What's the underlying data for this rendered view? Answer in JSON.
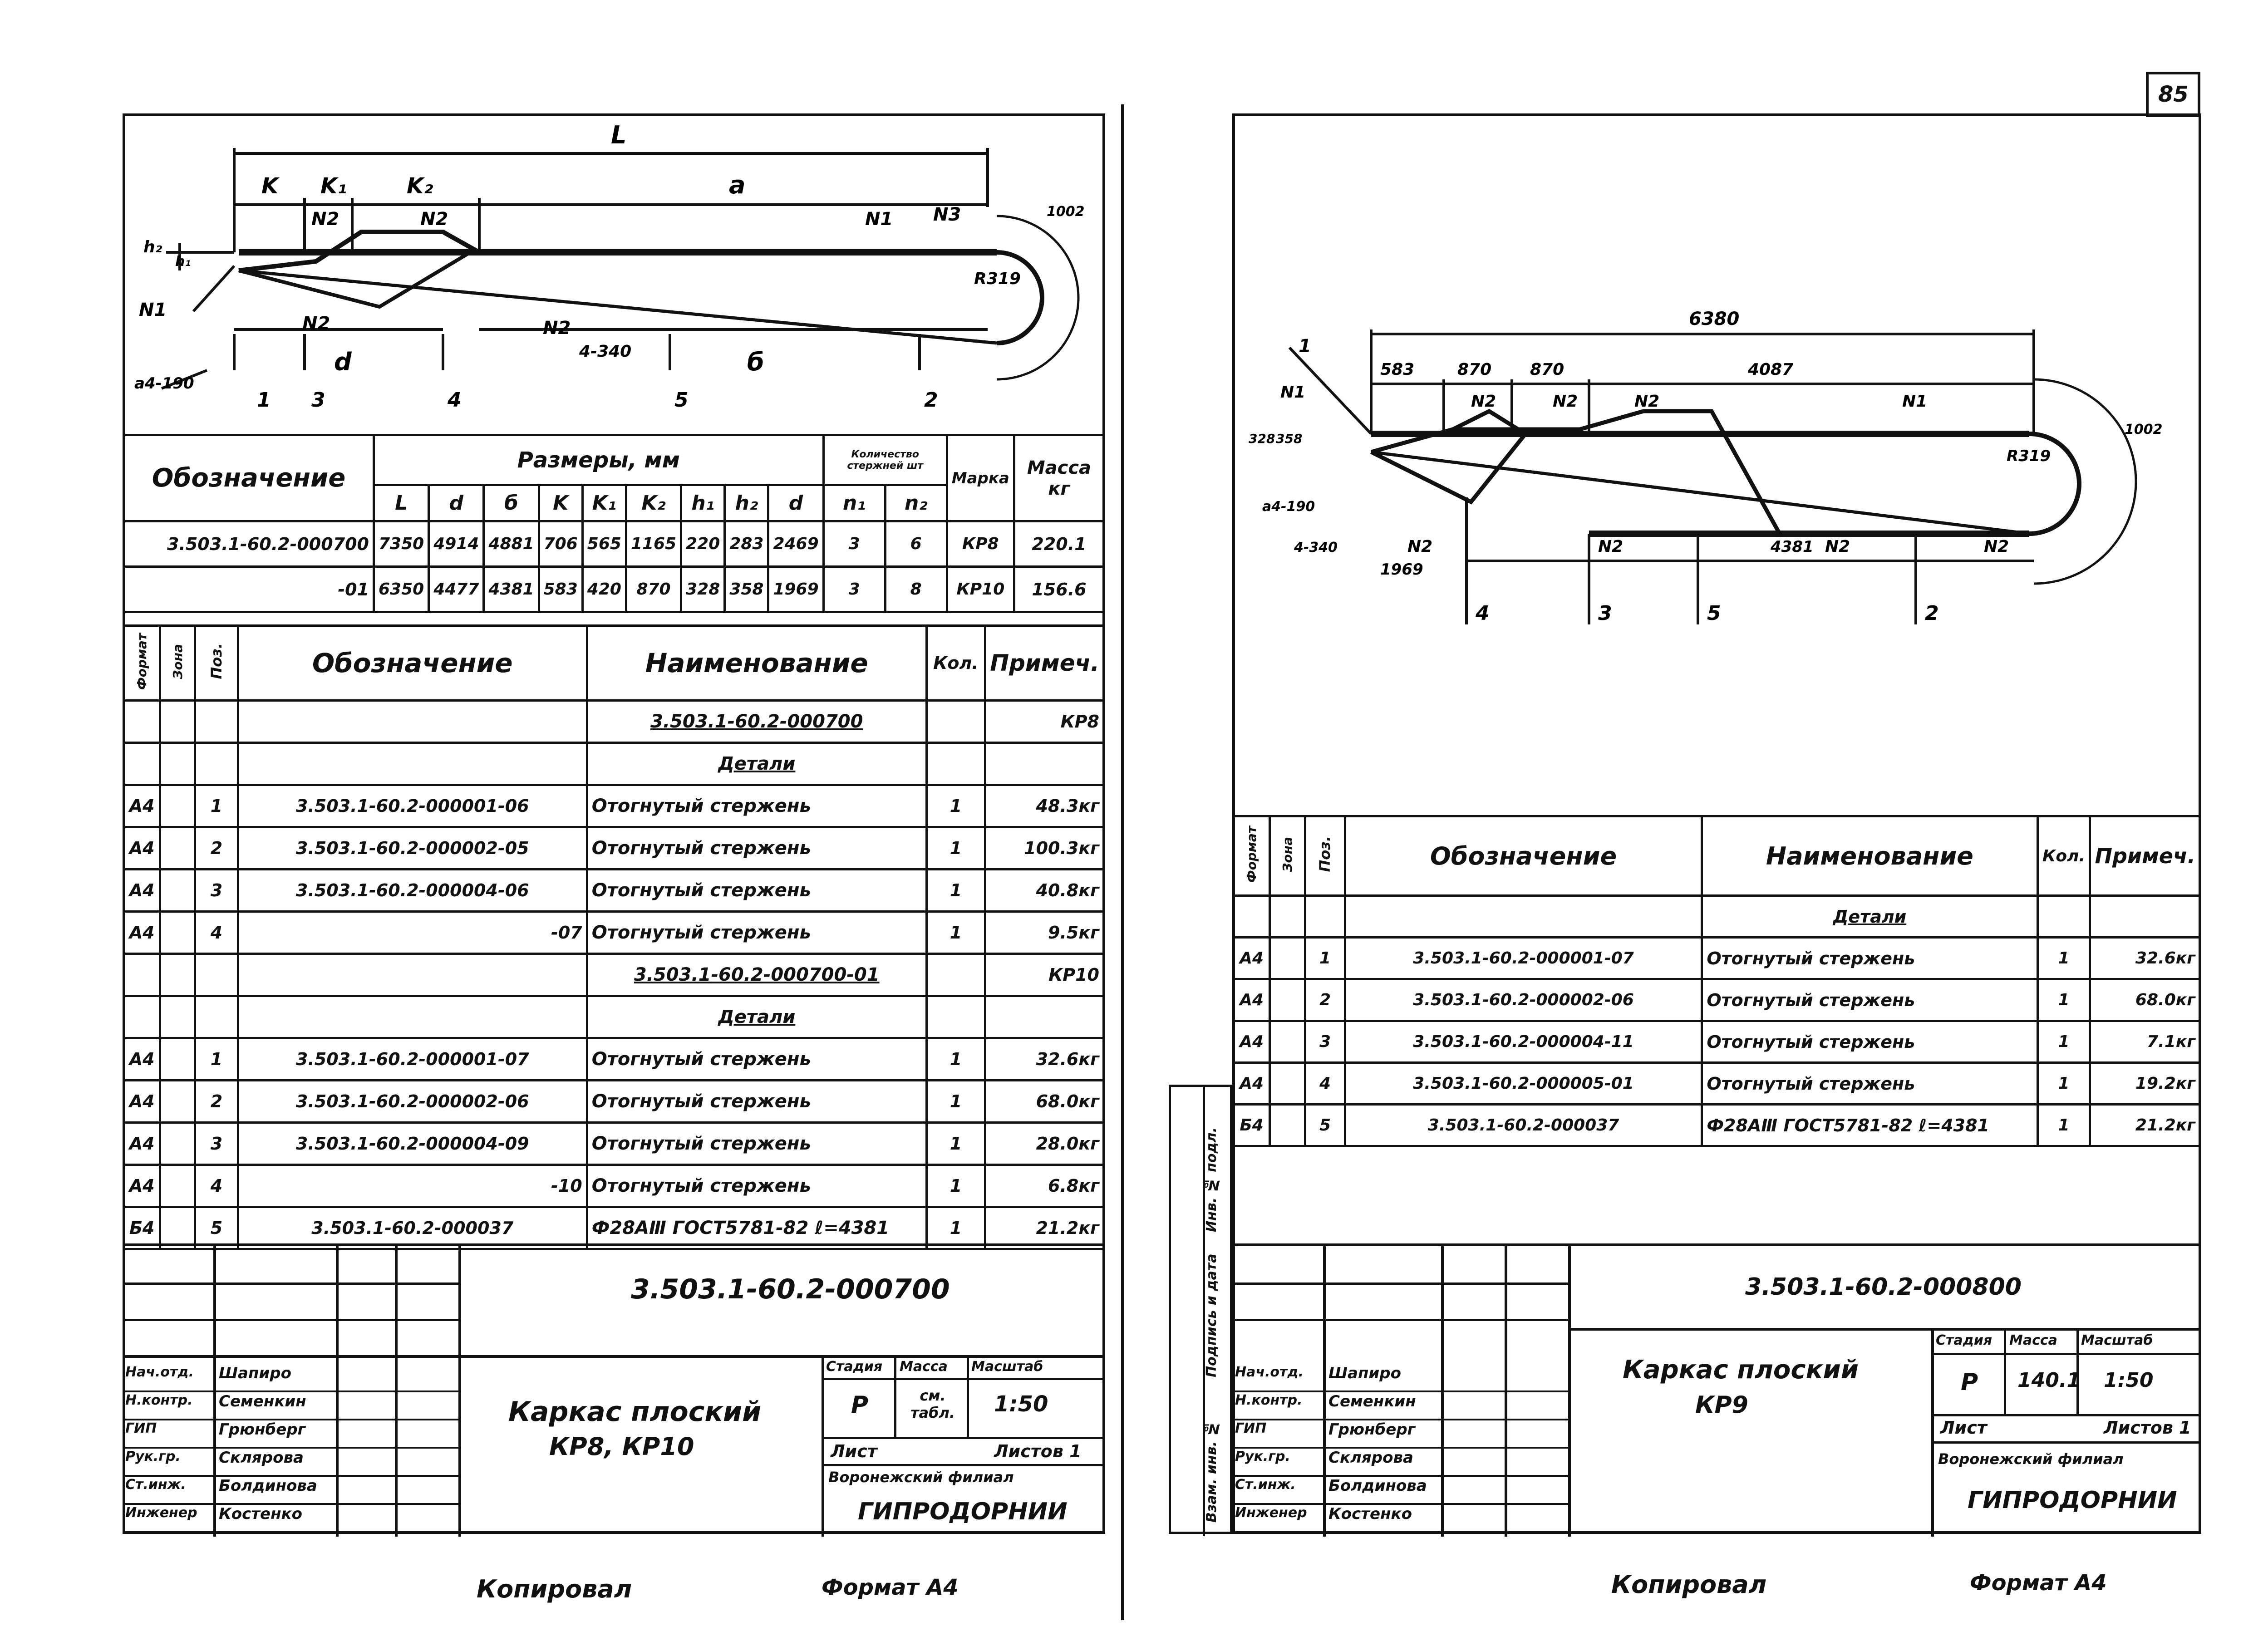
{
  "page_number": "85",
  "left": {
    "drawing_labels": {
      "L": "L",
      "K": "K",
      "K1": "K₁",
      "K2": "K₂",
      "a": "a",
      "b": "б",
      "d": "d",
      "h1": "h₁",
      "h2": "h₂",
      "n1": "N1",
      "n2": "N2",
      "n3": "N3",
      "radius": "R319",
      "arc": "1002",
      "step": "a4-190",
      "step2": "4-340",
      "sec1": "1",
      "sec3": "3",
      "sec4": "4",
      "sec5": "5",
      "sec2": "2"
    },
    "size_table": {
      "h_designation": "Обозначение",
      "h_sizes": "Размеры, мм",
      "h_count": "Количество стержней шт",
      "h_mark": "Марка",
      "h_mass": "Масса кг",
      "cols": [
        "L",
        "d",
        "б",
        "K",
        "K₁",
        "K₂",
        "h₁",
        "h₂",
        "d",
        "n₁",
        "n₂"
      ],
      "rows": [
        {
          "designation": "3.503.1-60.2-000700",
          "values": [
            "7350",
            "4914",
            "4881",
            "706",
            "565",
            "1165",
            "220",
            "283",
            "2469",
            "3",
            "6"
          ],
          "mark": "КР8",
          "mass": "220.1"
        },
        {
          "designation": "-01",
          "values": [
            "6350",
            "4477",
            "4381",
            "583",
            "420",
            "870",
            "328",
            "358",
            "1969",
            "3",
            "8"
          ],
          "mark": "КР10",
          "mass": "156.6"
        }
      ]
    },
    "spec": {
      "h_format": "Формат",
      "h_zone": "Зона",
      "h_pos": "Поз.",
      "h_designation": "Обозначение",
      "h_name": "Наименование",
      "h_qty": "Кол.",
      "h_note": "Примеч.",
      "rows": [
        {
          "format": "",
          "pos": "",
          "designation": "",
          "name": "3.503.1-60.2-000700",
          "qty": "",
          "note": "КР8",
          "name_underline": true
        },
        {
          "format": "",
          "pos": "",
          "designation": "",
          "name": "Детали",
          "qty": "",
          "note": "",
          "name_underline": true
        },
        {
          "format": "А4",
          "pos": "1",
          "designation": "3.503.1-60.2-000001-06",
          "name": "Отогнутый стержень",
          "qty": "1",
          "note": "48.3кг"
        },
        {
          "format": "А4",
          "pos": "2",
          "designation": "3.503.1-60.2-000002-05",
          "name": "Отогнутый стержень",
          "qty": "1",
          "note": "100.3кг"
        },
        {
          "format": "А4",
          "pos": "3",
          "designation": "3.503.1-60.2-000004-06",
          "name": "Отогнутый стержень",
          "qty": "1",
          "note": "40.8кг"
        },
        {
          "format": "А4",
          "pos": "4",
          "designation": "-07",
          "name": "Отогнутый стержень",
          "qty": "1",
          "note": "9.5кг"
        },
        {
          "format": "",
          "pos": "",
          "designation": "",
          "name": "3.503.1-60.2-000700-01",
          "qty": "",
          "note": "КР10",
          "name_underline": true
        },
        {
          "format": "",
          "pos": "",
          "designation": "",
          "name": "Детали",
          "qty": "",
          "note": "",
          "name_underline": true
        },
        {
          "format": "А4",
          "pos": "1",
          "designation": "3.503.1-60.2-000001-07",
          "name": "Отогнутый стержень",
          "qty": "1",
          "note": "32.6кг"
        },
        {
          "format": "А4",
          "pos": "2",
          "designation": "3.503.1-60.2-000002-06",
          "name": "Отогнутый стержень",
          "qty": "1",
          "note": "68.0кг"
        },
        {
          "format": "А4",
          "pos": "3",
          "designation": "3.503.1-60.2-000004-09",
          "name": "Отогнутый стержень",
          "qty": "1",
          "note": "28.0кг"
        },
        {
          "format": "А4",
          "pos": "4",
          "designation": "-10",
          "name": "Отогнутый стержень",
          "qty": "1",
          "note": "6.8кг"
        },
        {
          "format": "Б4",
          "pos": "5",
          "designation": "3.503.1-60.2-000037",
          "name": "Ф28АⅢ ГОСТ5781-82 ℓ=4381",
          "qty": "1",
          "note": "21.2кг"
        }
      ]
    },
    "title_block": {
      "code": "3.503.1-60.2-000700",
      "title_line1": "Каркас плоский",
      "title_line2": "КР8, КР10",
      "h_stage": "Стадия",
      "h_mass": "Масса",
      "h_scale": "Масштаб",
      "stage": "Р",
      "mass": "см. табл.",
      "scale": "1:50",
      "sheet": "Лист",
      "sheets": "Листов 1",
      "org1": "Воронежский филиал",
      "org2": "ГИПРОДОРНИИ",
      "people": [
        {
          "role": "Нач.отд.",
          "name": "Шапиро"
        },
        {
          "role": "Н.контр.",
          "name": "Семенкин"
        },
        {
          "role": "ГИП",
          "name": "Грюнберг"
        },
        {
          "role": "Рук.гр.",
          "name": "Склярова"
        },
        {
          "role": "Ст.инж.",
          "name": "Болдинова"
        },
        {
          "role": "Инженер",
          "name": "Костенко"
        }
      ]
    },
    "footer_copied": "Копировал",
    "footer_format": "Формат А4"
  },
  "right": {
    "drawing_labels": {
      "total": "6380",
      "d1": "583",
      "d2": "870",
      "d3": "870",
      "d4": "4087",
      "h1": "328",
      "h2": "358",
      "n1a": "N1",
      "n1b": "N1",
      "n2a": "N2",
      "n2b": "N2",
      "n2c": "N2",
      "n2d": "N2",
      "n2e": "N2",
      "n2f": "N2",
      "n2g": "N2",
      "radius": "R319",
      "arc": "1002",
      "step": "a4-190",
      "step2": "4-340",
      "d5": "1969",
      "d6": "4381",
      "sec4": "4",
      "sec3": "3",
      "sec5": "5",
      "sec2": "2",
      "sec1": "1"
    },
    "spec": {
      "h_format": "Формат",
      "h_zone": "Зона",
      "h_pos": "Поз.",
      "h_designation": "Обозначение",
      "h_name": "Наименование",
      "h_qty": "Кол.",
      "h_note": "Примеч.",
      "rows": [
        {
          "format": "",
          "pos": "",
          "designation": "",
          "name": "Детали",
          "qty": "",
          "note": "",
          "name_underline": true
        },
        {
          "format": "А4",
          "pos": "1",
          "designation": "3.503.1-60.2-000001-07",
          "name": "Отогнутый стержень",
          "qty": "1",
          "note": "32.6кг"
        },
        {
          "format": "А4",
          "pos": "2",
          "designation": "3.503.1-60.2-000002-06",
          "name": "Отогнутый стержень",
          "qty": "1",
          "note": "68.0кг"
        },
        {
          "format": "А4",
          "pos": "3",
          "designation": "3.503.1-60.2-000004-11",
          "name": "Отогнутый стержень",
          "qty": "1",
          "note": "7.1кг"
        },
        {
          "format": "А4",
          "pos": "4",
          "designation": "3.503.1-60.2-000005-01",
          "name": "Отогнутый стержень",
          "qty": "1",
          "note": "19.2кг"
        },
        {
          "format": "Б4",
          "pos": "5",
          "designation": "3.503.1-60.2-000037",
          "name": "Ф28АⅢ ГОСТ5781-82 ℓ=4381",
          "qty": "1",
          "note": "21.2кг"
        }
      ]
    },
    "side_stamp": [
      "Инв. № подл.",
      "Подпись и дата",
      "Взам. инв. №"
    ],
    "title_block": {
      "code": "3.503.1-60.2-000800",
      "title_line1": "Каркас плоский",
      "title_line2": "КР9",
      "h_stage": "Стадия",
      "h_mass": "Масса",
      "h_scale": "Масштаб",
      "stage": "Р",
      "mass": "140.1",
      "scale": "1:50",
      "sheet": "Лист",
      "sheets": "Листов 1",
      "org1": "Воронежский филиал",
      "org2": "ГИПРОДОРНИИ",
      "people": [
        {
          "role": "Нач.отд.",
          "name": "Шапиро"
        },
        {
          "role": "Н.контр.",
          "name": "Семенкин"
        },
        {
          "role": "ГИП",
          "name": "Грюнберг"
        },
        {
          "role": "Рук.гр.",
          "name": "Склярова"
        },
        {
          "role": "Ст.инж.",
          "name": "Болдинова"
        },
        {
          "role": "Инженер",
          "name": "Костенко"
        }
      ]
    },
    "footer_copied": "Копировал",
    "footer_format": "Формат А4"
  }
}
